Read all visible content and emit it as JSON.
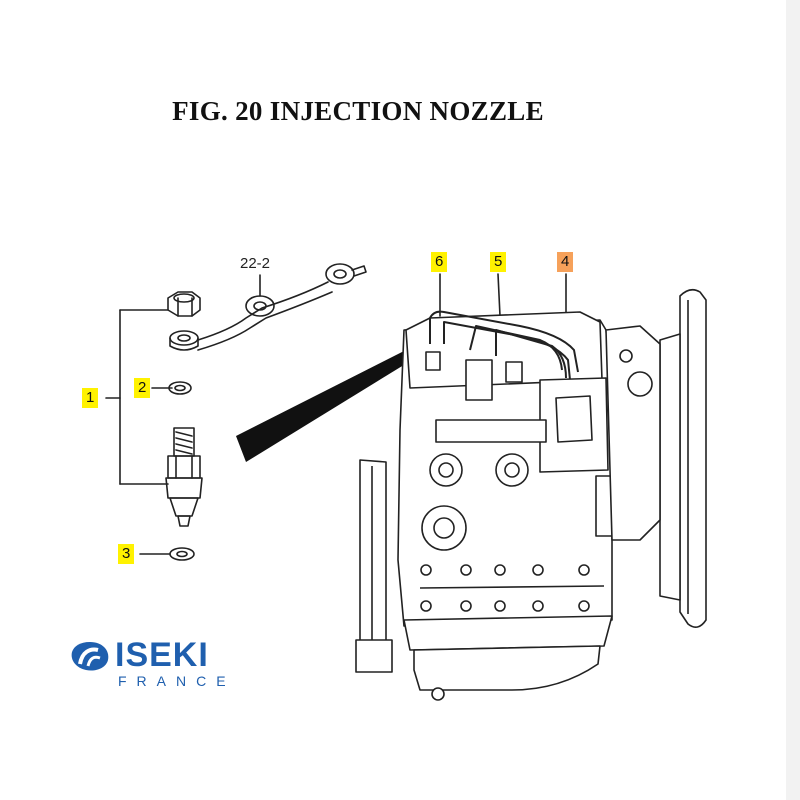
{
  "figure": {
    "title": "FIG. 20  INJECTION NOZZLE"
  },
  "callouts": [
    {
      "label": "1",
      "highlight": "#fff200"
    },
    {
      "label": "2",
      "highlight": "#fff200"
    },
    {
      "label": "3",
      "highlight": "#fff200"
    },
    {
      "label": "4",
      "highlight": "#f6a15a"
    },
    {
      "label": "5",
      "highlight": "#fff200"
    },
    {
      "label": "6",
      "highlight": "#fff200"
    }
  ],
  "part_refs": {
    "pipe": "22-2"
  },
  "brand": {
    "name": "ISEKI",
    "sub": "FRANCE",
    "color": "#1f5fae"
  }
}
